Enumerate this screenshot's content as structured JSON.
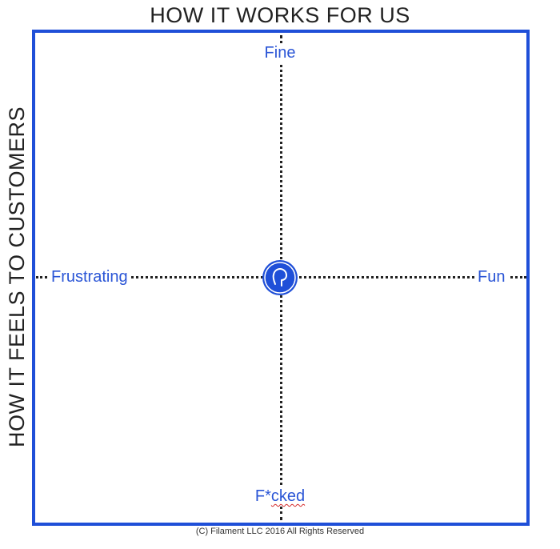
{
  "titles": {
    "top": "HOW IT WORKS FOR US",
    "side": "HOW IT FEELS TO CUSTOMERS"
  },
  "quadrant": {
    "top": "Fine",
    "bottom_prefix": "F*",
    "bottom_rest": "cked",
    "left": "Frustrating",
    "right": "Fun"
  },
  "logo": {
    "icon": "filament-bulb-icon"
  },
  "footer": "(C) Filament LLC 2016 All Rights Reserved",
  "colors": {
    "accent": "#1f4fd8",
    "label": "#2a55d6",
    "text": "#222222",
    "spellcheck": "#d42a2a"
  }
}
